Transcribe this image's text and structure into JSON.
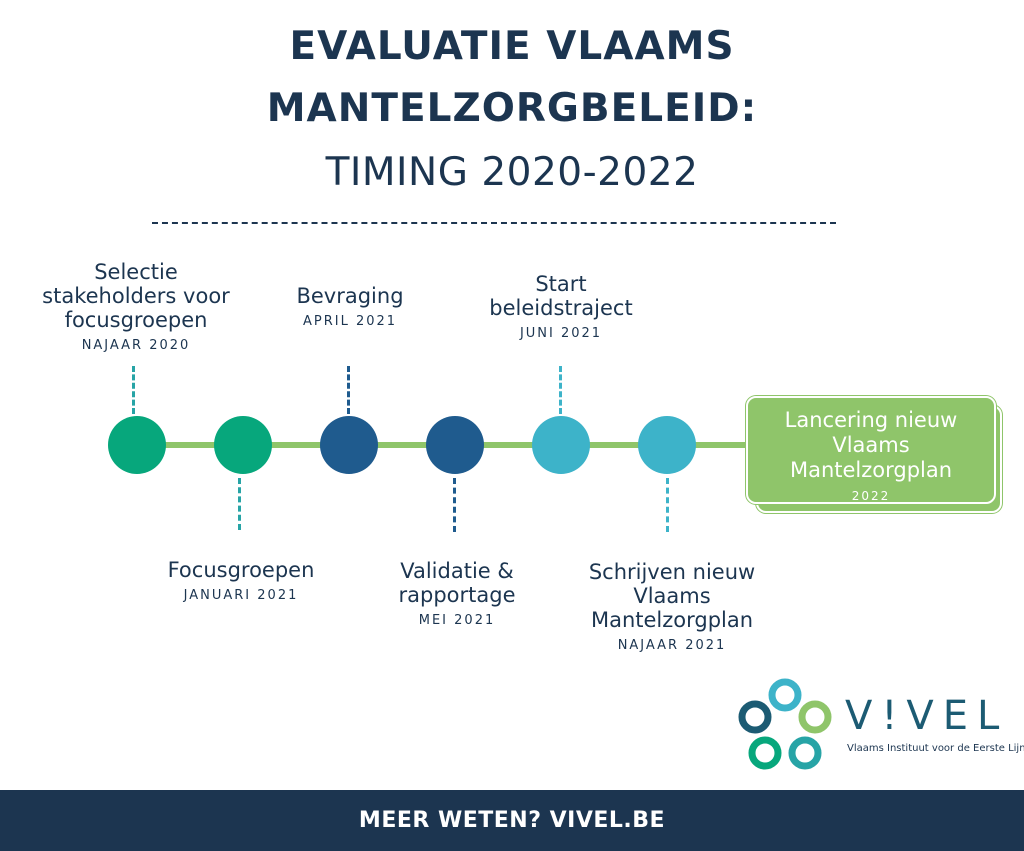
{
  "title": {
    "line1": "EVALUATIE VLAAMS",
    "line2": "MANTELZORGBELEID:",
    "line3": "TIMING 2020-2022"
  },
  "steps": [
    {
      "label": "Selectie\nstakeholders voor\nfocusgroepen",
      "date": "NAJAAR 2020",
      "color": "#07a77c",
      "position": "above"
    },
    {
      "label": "Focusgroepen",
      "date": "JANUARI 2021",
      "color": "#07a77c",
      "position": "below"
    },
    {
      "label": "Bevraging",
      "date": "APRIL 2021",
      "color": "#1f5b8e",
      "position": "above"
    },
    {
      "label": "Validatie &\nrapportage",
      "date": "MEI 2021",
      "color": "#1f5b8e",
      "position": "below"
    },
    {
      "label": "Start\nbeleidstraject",
      "date": "JUNI 2021",
      "color": "#3db3c9",
      "position": "above"
    },
    {
      "label": "Schrijven nieuw\nVlaams\nMantelzorgplan",
      "date": "NAJAAR 2021",
      "color": "#3db3c9",
      "position": "below"
    }
  ],
  "final": {
    "label": "Lancering nieuw\nVlaams\nMantelzorgplan",
    "date": "2022",
    "color": "#8fc56a"
  },
  "logo": {
    "name": "V!VEL",
    "subtitle": "Vlaams Instituut voor de Eerste Lijn"
  },
  "footer": {
    "text": "MEER WETEN? VIVEL.BE",
    "color": "#1c3550"
  }
}
